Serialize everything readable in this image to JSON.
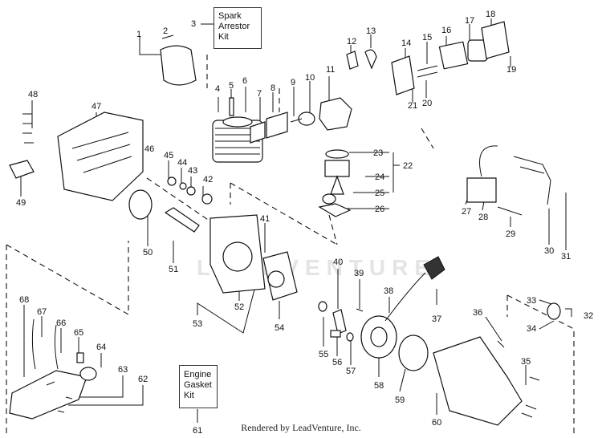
{
  "callouts": [
    "1",
    "2",
    "3",
    "4",
    "5",
    "6",
    "7",
    "8",
    "9",
    "10",
    "11",
    "12",
    "13",
    "14",
    "15",
    "16",
    "17",
    "18",
    "19",
    "20",
    "21",
    "22",
    "23",
    "24",
    "25",
    "26",
    "27",
    "28",
    "29",
    "30",
    "31",
    "32",
    "33",
    "34",
    "35",
    "36",
    "37",
    "38",
    "39",
    "40",
    "41",
    "42",
    "43",
    "44",
    "45",
    "46",
    "47",
    "48",
    "49",
    "50",
    "51",
    "52",
    "53",
    "54",
    "55",
    "56",
    "57",
    "58",
    "59",
    "60",
    "61",
    "62",
    "63",
    "64",
    "65",
    "66",
    "67",
    "68"
  ],
  "kits": {
    "spark_arrestor": "Spark\nArrestor\nKit",
    "engine_gasket": "Engine\nGasket\nKit"
  },
  "watermark": "LEADVENTURE",
  "footer": "Rendered by LeadVenture, Inc."
}
